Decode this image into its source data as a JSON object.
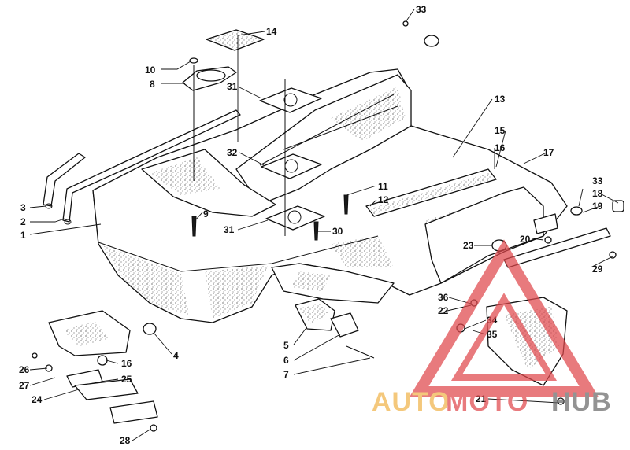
{
  "diagram": {
    "callouts": [
      {
        "id": "c1",
        "label": "1"
      },
      {
        "id": "c2",
        "label": "2"
      },
      {
        "id": "c3",
        "label": "3"
      },
      {
        "id": "c4",
        "label": "4"
      },
      {
        "id": "c5",
        "label": "5"
      },
      {
        "id": "c6",
        "label": "6"
      },
      {
        "id": "c7",
        "label": "7"
      },
      {
        "id": "c8",
        "label": "8"
      },
      {
        "id": "c9",
        "label": "9"
      },
      {
        "id": "c10",
        "label": "10"
      },
      {
        "id": "c11",
        "label": "11"
      },
      {
        "id": "c12",
        "label": "12"
      },
      {
        "id": "c13",
        "label": "13"
      },
      {
        "id": "c14",
        "label": "14"
      },
      {
        "id": "c15",
        "label": "15"
      },
      {
        "id": "c16a",
        "label": "16"
      },
      {
        "id": "c16b",
        "label": "16"
      },
      {
        "id": "c17",
        "label": "17"
      },
      {
        "id": "c18",
        "label": "18"
      },
      {
        "id": "c19",
        "label": "19"
      },
      {
        "id": "c20",
        "label": "20"
      },
      {
        "id": "c21",
        "label": "21"
      },
      {
        "id": "c22",
        "label": "22"
      },
      {
        "id": "c23",
        "label": "23"
      },
      {
        "id": "c24",
        "label": "24"
      },
      {
        "id": "c25",
        "label": "25"
      },
      {
        "id": "c26",
        "label": "26"
      },
      {
        "id": "c27",
        "label": "27"
      },
      {
        "id": "c28",
        "label": "28"
      },
      {
        "id": "c29",
        "label": "29"
      },
      {
        "id": "c30",
        "label": "30"
      },
      {
        "id": "c31a",
        "label": "31"
      },
      {
        "id": "c31b",
        "label": "31"
      },
      {
        "id": "c32",
        "label": "32"
      },
      {
        "id": "c33a",
        "label": "33"
      },
      {
        "id": "c33b",
        "label": "33"
      },
      {
        "id": "c34",
        "label": "34"
      },
      {
        "id": "c35",
        "label": "35"
      },
      {
        "id": "c36",
        "label": "36"
      }
    ]
  },
  "watermark": {
    "brand_part1": "AUTO",
    "brand_part2": "MOTO",
    "brand_part3": "HUB",
    "colors": {
      "red": "#e0484c",
      "orange": "#f0b34a",
      "grey": "#6a6a6a"
    }
  }
}
